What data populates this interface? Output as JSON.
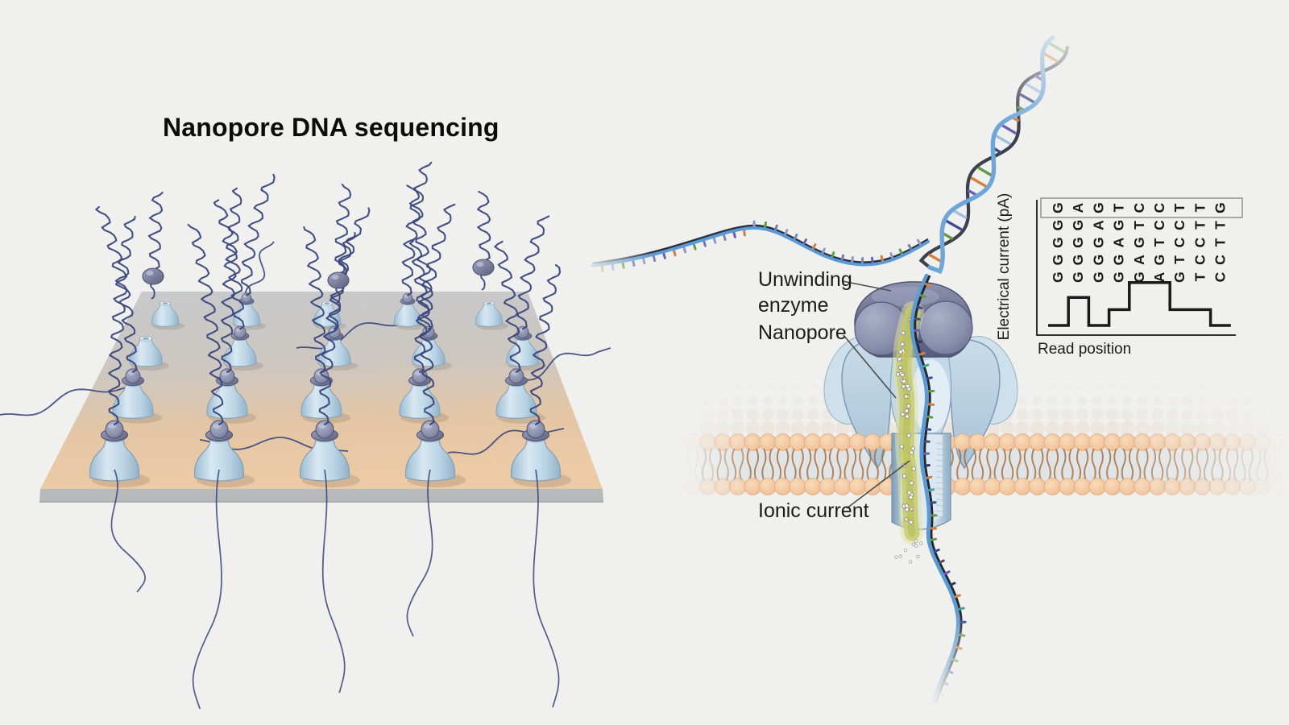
{
  "title": "Nanopore DNA sequencing",
  "labels": {
    "unwinding_enzyme_line1": "Unwinding",
    "unwinding_enzyme_line2": "enzyme",
    "nanopore": "Nanopore",
    "ionic_current": "Ionic current"
  },
  "chart_data": {
    "type": "line",
    "style": "step",
    "xlabel": "Read position",
    "ylabel": "Electrical current (pA)",
    "x_categories_kmers": [
      "GGGGG",
      "GGGGA",
      "GGGAG",
      "GGAGT",
      "GAGTC",
      "AGTCC",
      "GTCCT",
      "TCCTT",
      "CCTTG"
    ],
    "boxed_current_bases": [
      "G",
      "A",
      "G",
      "T",
      "C",
      "C",
      "T",
      "T",
      "G"
    ],
    "relative_current_levels": [
      0,
      0.62,
      0,
      0.35,
      0.95,
      0.95,
      0.35,
      0.35,
      0
    ],
    "grid": false,
    "numeric_ticks": false,
    "axis_color": "#2e2e2e",
    "trace_color": "#1a1a1a"
  },
  "colors": {
    "background": "#f0f0ee",
    "ink": "#1b1b1b",
    "leader_line": "#4d4d4d",
    "dna_strand_navy": "#39477c",
    "dna_backbone_blue": "#5b9bd5",
    "dna_strand_dark": "#3a404c",
    "base_green": "#5f9c45",
    "base_orange": "#d57f3c",
    "base_purple": "#6a5fb8",
    "base_navy": "#3c4a8f",
    "pore_protein_blue": "#b7cfe2",
    "enzyme_gray_violet": "#6e7292",
    "membrane_head_peach": "#f2c49e",
    "membrane_tail_brown": "#a46e3e",
    "ionic_current_yellow_green": "#bcc05e",
    "flow_cell_top_gray": "#c8c9cb",
    "flow_cell_front_tan": "#eccaa5"
  }
}
